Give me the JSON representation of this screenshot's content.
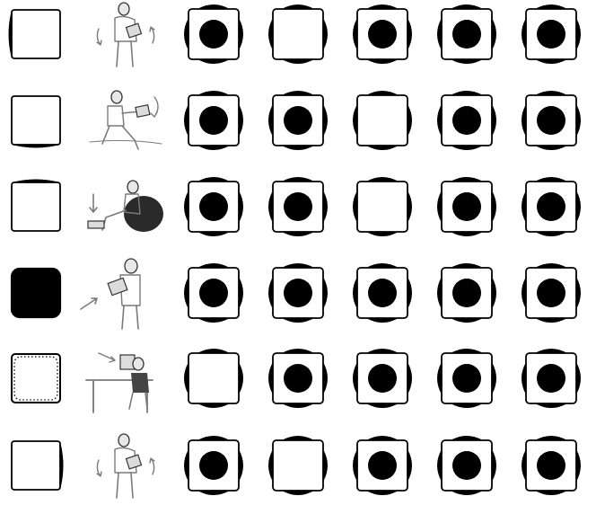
{
  "colors": {
    "ink": "#000000",
    "paper": "#ffffff",
    "sketch": "#7a7a7a"
  },
  "rows": [
    {
      "indicator": {
        "state": "edge",
        "side": "left",
        "icon": "side-edge-icon"
      },
      "figure": {
        "icon": "person-standing-rotating-box-icon",
        "pose": "standing-rotate"
      },
      "tiles": [
        {
          "side_edges": [
            "top",
            "right",
            "bottom",
            "left"
          ],
          "dot": true
        },
        {
          "side_edges": [
            "top",
            "right",
            "bottom",
            "left"
          ],
          "dot": false
        },
        {
          "side_edges": [
            "top",
            "right",
            "bottom",
            "left"
          ],
          "dot": true
        },
        {
          "side_edges": [
            "top",
            "right",
            "bottom",
            "left"
          ],
          "dot": true
        },
        {
          "side_edges": [
            "top",
            "right",
            "bottom",
            "left"
          ],
          "dot": true
        }
      ]
    },
    {
      "indicator": {
        "state": "edge",
        "side": "bottom",
        "icon": "side-edge-icon"
      },
      "figure": {
        "icon": "person-seated-tilting-box-icon",
        "pose": "seated-tilt"
      },
      "tiles": [
        {
          "side_edges": [
            "top",
            "right",
            "bottom",
            "left"
          ],
          "dot": true
        },
        {
          "side_edges": [
            "top",
            "right",
            "bottom",
            "left"
          ],
          "dot": true
        },
        {
          "side_edges": [
            "top",
            "right",
            "bottom",
            "left"
          ],
          "dot": false
        },
        {
          "side_edges": [
            "top",
            "right",
            "bottom",
            "left"
          ],
          "dot": true
        },
        {
          "side_edges": [
            "top",
            "right",
            "bottom",
            "left"
          ],
          "dot": true
        }
      ]
    },
    {
      "indicator": {
        "state": "edge",
        "side": "top",
        "icon": "side-edge-icon"
      },
      "figure": {
        "icon": "person-beanbag-box-down-icon",
        "pose": "beanbag"
      },
      "tiles": [
        {
          "side_edges": [
            "top",
            "right",
            "bottom",
            "left"
          ],
          "dot": true
        },
        {
          "side_edges": [
            "top",
            "right",
            "bottom",
            "left"
          ],
          "dot": true
        },
        {
          "side_edges": [
            "top",
            "right",
            "bottom",
            "left"
          ],
          "dot": false
        },
        {
          "side_edges": [
            "top",
            "right",
            "bottom",
            "left"
          ],
          "dot": true
        },
        {
          "side_edges": [
            "top",
            "right",
            "bottom",
            "left"
          ],
          "dot": true
        }
      ]
    },
    {
      "indicator": {
        "state": "filled",
        "side": "",
        "icon": "filled-square-icon"
      },
      "figure": {
        "icon": "person-standing-pushing-box-icon",
        "pose": "standing-push"
      },
      "tiles": [
        {
          "side_edges": [
            "top",
            "right",
            "bottom",
            "left"
          ],
          "dot": true
        },
        {
          "side_edges": [
            "top",
            "right",
            "bottom",
            "left"
          ],
          "dot": true
        },
        {
          "side_edges": [
            "top",
            "right",
            "bottom",
            "left"
          ],
          "dot": true
        },
        {
          "side_edges": [
            "top",
            "right",
            "bottom",
            "left"
          ],
          "dot": true
        },
        {
          "side_edges": [
            "top",
            "right",
            "bottom",
            "left"
          ],
          "dot": true
        }
      ]
    },
    {
      "indicator": {
        "state": "dotted",
        "side": "",
        "icon": "dotted-square-icon"
      },
      "figure": {
        "icon": "person-at-desk-box-icon",
        "pose": "desk"
      },
      "tiles": [
        {
          "side_edges": [
            "top",
            "right",
            "bottom",
            "left"
          ],
          "dot": false
        },
        {
          "side_edges": [
            "top",
            "right",
            "bottom",
            "left"
          ],
          "dot": true
        },
        {
          "side_edges": [
            "top",
            "right",
            "bottom",
            "left"
          ],
          "dot": true
        },
        {
          "side_edges": [
            "top",
            "right",
            "bottom",
            "left"
          ],
          "dot": true
        },
        {
          "side_edges": [
            "top",
            "right",
            "bottom",
            "left"
          ],
          "dot": true
        }
      ]
    },
    {
      "indicator": {
        "state": "edge",
        "side": "right",
        "icon": "side-edge-icon"
      },
      "figure": {
        "icon": "person-standing-rotating-box-icon",
        "pose": "standing-rotate"
      },
      "tiles": [
        {
          "side_edges": [
            "top",
            "right",
            "bottom",
            "left"
          ],
          "dot": true
        },
        {
          "side_edges": [
            "top",
            "right",
            "bottom",
            "left"
          ],
          "dot": false
        },
        {
          "side_edges": [
            "top",
            "right",
            "bottom",
            "left"
          ],
          "dot": true
        },
        {
          "side_edges": [
            "top",
            "right",
            "bottom",
            "left"
          ],
          "dot": true
        },
        {
          "side_edges": [
            "top",
            "right",
            "bottom",
            "left"
          ],
          "dot": true
        }
      ]
    }
  ]
}
